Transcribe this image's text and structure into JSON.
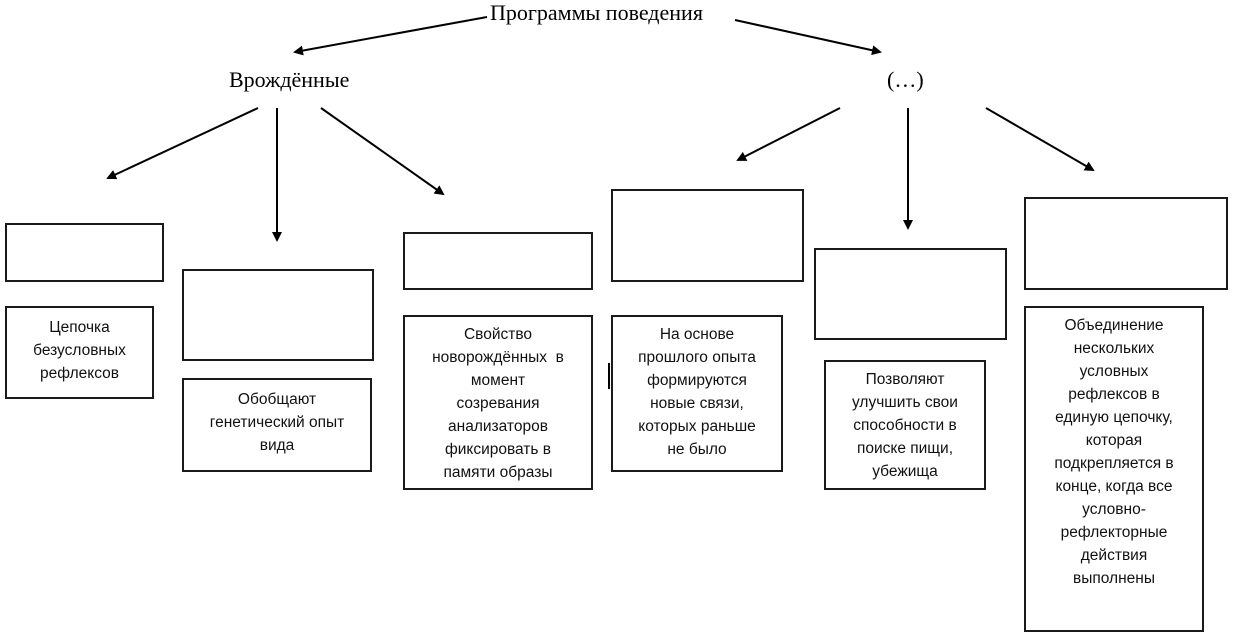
{
  "diagram": {
    "root": "Программы поведения",
    "left_branch": "Врождённые",
    "right_branch": "(…)",
    "descriptions": [
      {
        "id": "innate-1",
        "lines": [
          "Цепочка",
          "безусловных",
          "рефлексов"
        ]
      },
      {
        "id": "innate-2",
        "lines": [
          "Обобщают",
          "генетический опыт",
          "вида"
        ]
      },
      {
        "id": "innate-3",
        "lines": [
          "Свойство",
          "новорождённых  в",
          "момент",
          "созревания",
          "анализаторов",
          "фиксировать в",
          "памяти образы"
        ]
      },
      {
        "id": "acquired-1",
        "lines": [
          "На основе",
          "прошлого опыта",
          "формируются",
          "новые связи,",
          "которых раньше",
          "не было"
        ]
      },
      {
        "id": "acquired-2",
        "lines": [
          "Позволяют",
          "улучшить свои",
          "способности в",
          "поиске пищи,",
          "убежища"
        ]
      },
      {
        "id": "acquired-3",
        "lines": [
          "Объединение",
          "нескольких",
          "условных",
          "рефлексов в",
          "единую цепочку,",
          "которая",
          "подкрепляется в",
          "конце, когда все",
          "условно-",
          "рефлекторные",
          "действия",
          "выполнены"
        ]
      }
    ]
  }
}
